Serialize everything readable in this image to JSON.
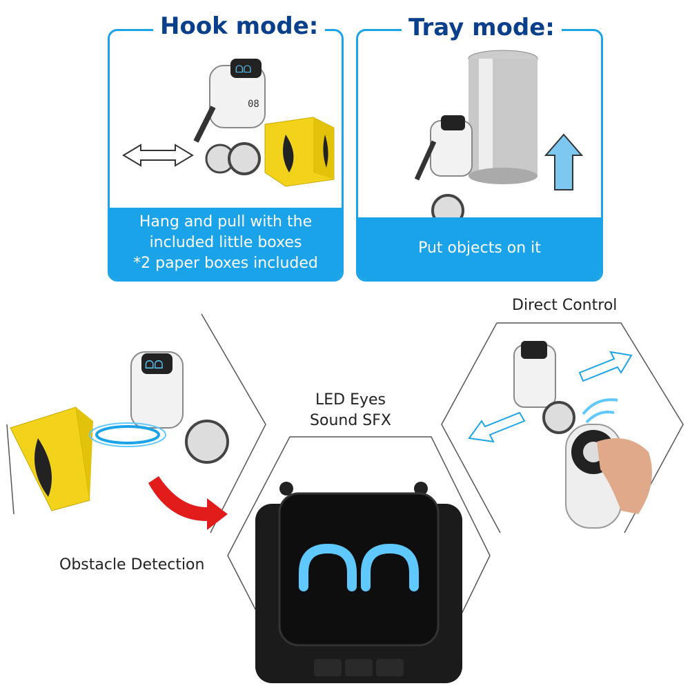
{
  "hook_mode": {
    "title": "Hook mode:",
    "caption_lines": [
      "Hang and pull with the",
      "included little boxes",
      "*2 paper boxes included"
    ]
  },
  "tray_mode": {
    "title": "Tray mode:",
    "caption": "Put objects on it"
  },
  "features": {
    "obstacle": "Obstacle Detection",
    "led_line1": "LED Eyes",
    "led_line2": "Sound SFX",
    "direct": "Direct Control"
  },
  "robot_badge": "08",
  "colors": {
    "accent": "#1aa3e8",
    "title": "#0a3f8c",
    "box_yellow": "#f2d21b",
    "arrow_red": "#e21b1b",
    "led_blue": "#5fc9ff"
  }
}
